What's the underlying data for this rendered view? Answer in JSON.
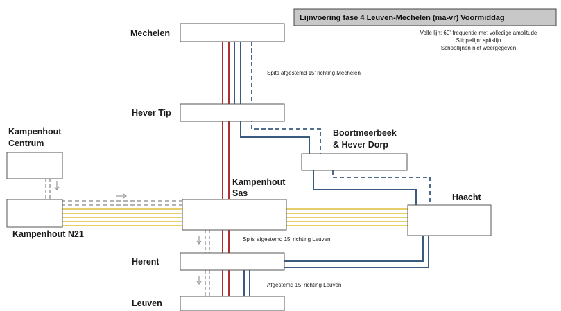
{
  "title": "Lijnvoering fase 4 Leuven-Mechelen (ma-vr) Voormiddag",
  "legend": [
    "Volle lijn: 60'-frequentie met volledige amplitude",
    "Stippellijn: spitslijn",
    "Schoollijnen niet weergegeven"
  ],
  "stops": {
    "mechelen": "Mechelen",
    "hever_tip": "Hever Tip",
    "kampenhout_centrum_1": "Kampenhout",
    "kampenhout_centrum_2": "Centrum",
    "boortmeerbeek_1": "Boortmeerbeek",
    "boortmeerbeek_2": "& Hever Dorp",
    "kampenhout_sas_1": "Kampenhout",
    "kampenhout_sas_2": "Sas",
    "haacht": "Haacht",
    "kampenhout_n21": "Kampenhout N21",
    "herent": "Herent",
    "leuven": "Leuven"
  },
  "notes": {
    "spits_mechelen": "Spits afgestemd 15' richting Mechelen",
    "spits_leuven": "Spits afgestemd 15' richting Leuven",
    "afgestemd_leuven": "Afgestemd 15' richting Leuven"
  },
  "colors": {
    "red_line": "#b03030",
    "blue_line": "#3a5a80",
    "yellow_line": "#e6cf6a",
    "grey_line": "#9a9a9a",
    "title_bg": "#c8c8c8"
  }
}
